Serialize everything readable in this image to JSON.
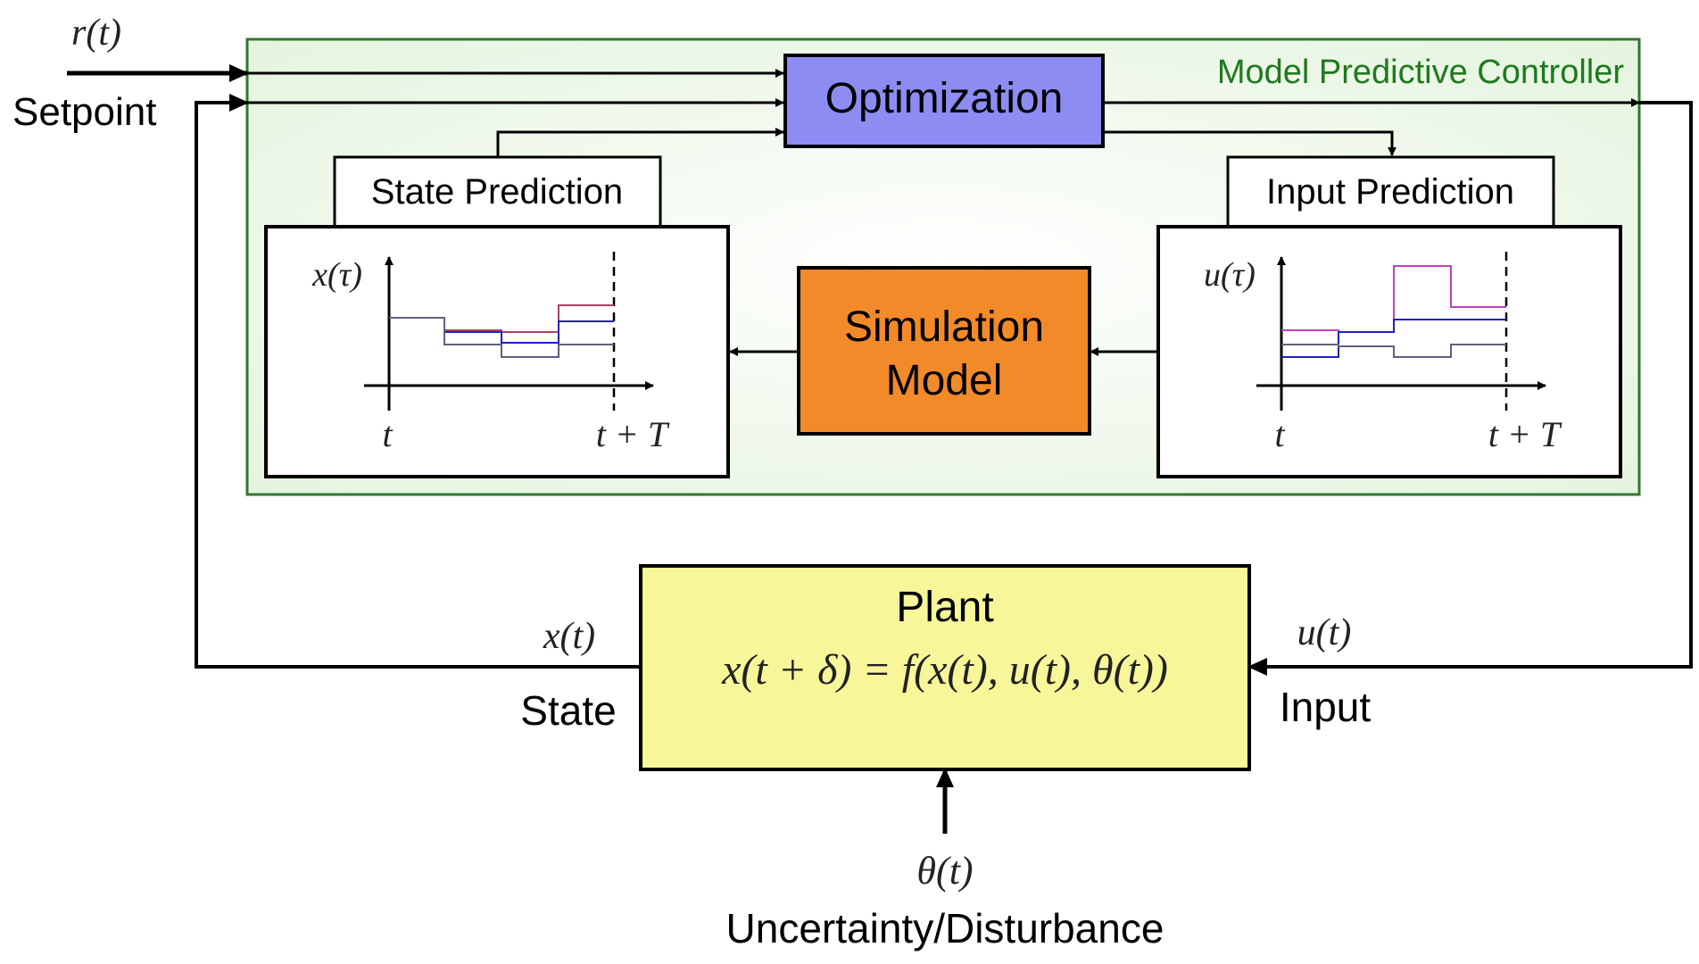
{
  "diagram": {
    "controller": {
      "title": "Model Predictive Controller"
    },
    "optimization": {
      "label": "Optimization",
      "color": "#8c8cf2"
    },
    "simulation": {
      "line1": "Simulation",
      "line2": "Model",
      "color": "#f28a2a"
    },
    "state_prediction": {
      "label": "State Prediction",
      "ylabel": "x(τ)",
      "t_start": "t",
      "t_end": "t + T"
    },
    "input_prediction": {
      "label": "Input Prediction",
      "ylabel": "u(τ)",
      "t_start": "t",
      "t_end": "t + T"
    },
    "plant": {
      "title": "Plant",
      "equation": "x(t + δ) = f(x(t), u(t), θ(t))",
      "color": "#f7f79a"
    },
    "setpoint": {
      "symbol": "r(t)",
      "label": "Setpoint"
    },
    "state": {
      "symbol": "x(t)",
      "label": "State"
    },
    "input": {
      "symbol": "u(t)",
      "label": "Input"
    },
    "disturbance": {
      "symbol": "θ(t)",
      "label": "Uncertainty/Disturbance"
    },
    "colors": {
      "controller_border": "#2d7a2d",
      "controller_fill": "#eef8e8",
      "controller_text": "#1e7a1e"
    }
  }
}
